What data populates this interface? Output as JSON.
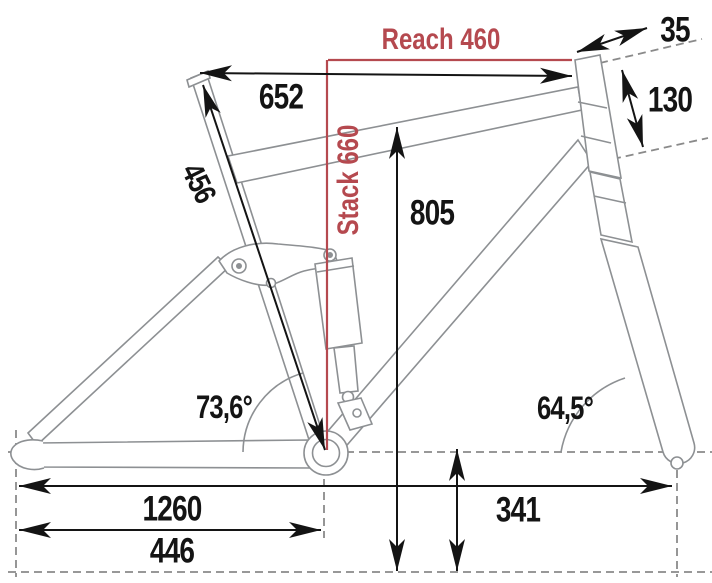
{
  "diagram": {
    "title": "bike-frame-geometry-drawing",
    "colors": {
      "dimension_red": "#b5494f",
      "dimension_black": "#141414",
      "frame_outline_gray": "#8d9093",
      "dashed_reference_gray": "#8a8a8a",
      "background": "#ffffff"
    },
    "labels": {
      "reach": "Reach 460",
      "stack": "Stack 660",
      "seat_to_head_horizontal": "652",
      "seat_tube_length": "456",
      "standover_height": "805",
      "head_top_offset": "35",
      "head_tube_length": "130",
      "seat_tube_angle": "73,6°",
      "head_tube_angle": "64,5°",
      "wheelbase": "1260",
      "chainstay_length": "446",
      "bb_height": "341"
    }
  }
}
